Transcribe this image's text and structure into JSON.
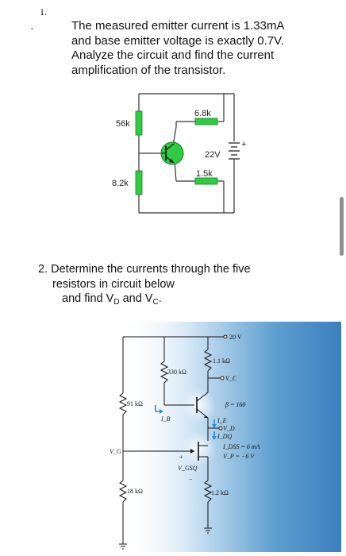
{
  "q1": {
    "number": "1.",
    "bullet": "·",
    "lines": [
      "The measured emitter current is 1.33mA",
      "and base emitter voltage is exactly 0.7V.",
      "Analyze the circuit and find the current",
      "amplification of the transistor."
    ],
    "circuit": {
      "r_top_left": "56k",
      "r_bottom_left": "8.2k",
      "r_collector": "6.8k",
      "r_emitter": "1.5k",
      "supply": "22V"
    }
  },
  "q2": {
    "number": "2.",
    "line1": "Determine the currents through the five",
    "line2": "resistors in circuit below",
    "line3_prefix": "and find V",
    "line3_sub1": "D",
    "line3_mid": " and V",
    "line3_sub2": "C",
    "line3_suffix": ".",
    "circuit": {
      "vdd": "20 V",
      "r_drain": "1.1 kΩ",
      "r_330": "330 kΩ",
      "r_91": "91 kΩ",
      "r_18": "18 kΩ",
      "r_source": "1.2 kΩ",
      "vc": "V_C",
      "beta": "β = 160",
      "vd": "V_D",
      "ie": "I_E",
      "idq": "I_DQ",
      "ib": "I_B",
      "vg": "V_G",
      "idss": "I_DSS = 6 mA",
      "vp": "V_P = −6 V",
      "vgsq": "V_GSQ",
      "plus": "+",
      "minus": "−"
    }
  }
}
